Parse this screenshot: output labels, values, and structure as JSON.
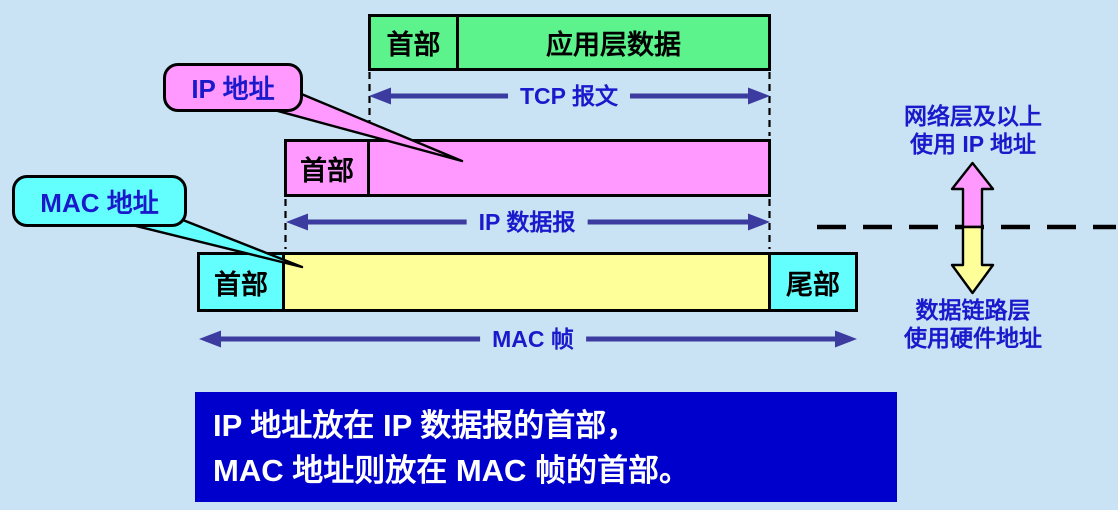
{
  "colors": {
    "background": "#C9E3F4",
    "green": "#5CF28C",
    "pink": "#FF99FF",
    "cyan": "#63FFFF",
    "yellow": "#FFFF99",
    "label_blue": "#1A1ACC",
    "arrow_blue": "#3C3CA0",
    "banner_bg": "#0000CC",
    "banner_text": "#FFFFFF",
    "line_black": "#000000"
  },
  "stack": {
    "tcp_row": {
      "header_label": "首部",
      "payload_label": "应用层数据",
      "span_label": "TCP 报文"
    },
    "ip_row": {
      "header_label": "首部",
      "span_label": "IP 数据报"
    },
    "mac_row": {
      "header_label": "首部",
      "trailer_label": "尾部",
      "span_label": "MAC 帧"
    }
  },
  "callouts": {
    "ip_address": {
      "label": "IP 地址"
    },
    "mac_address": {
      "label": "MAC 地址"
    }
  },
  "layer_notes": {
    "network": {
      "line1": "网络层及以上",
      "line2": "使用 IP 地址"
    },
    "datalink": {
      "line1": "数据链路层",
      "line2": "使用硬件地址"
    }
  },
  "banner": {
    "line1": "IP 地址放在 IP 数据报的首部，",
    "line2": "MAC 地址则放在 MAC 帧的首部。"
  }
}
